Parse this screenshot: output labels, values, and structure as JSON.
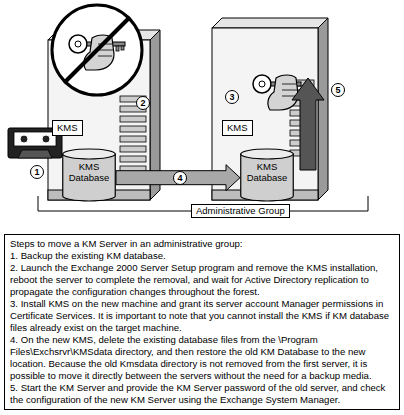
{
  "diagram": {
    "nodes": [
      {
        "text": [
          "KMS"
        ]
      },
      {
        "text": [
          "KMS Database"
        ]
      },
      {
        "text": [
          "KMS"
        ]
      },
      {
        "text": [
          "KMS Database"
        ]
      },
      {
        "text": [
          "Administrative Group"
        ]
      },
      {
        "text": [
          "Steps to move a KM Server in an administrative group:",
          "1. Backup the existing KM database.",
          "2. Launch the Exchange 2000 Server Setup program and remove the KMS installation, reboot the server to complete the removal, and wait for Active Directory replication to propagate the configuration changes throughout the forest.",
          "3. Install KMS on the new machine and grant its server account Manager permissions in Certificate Services. It is important to note that you cannot install the KMS if KM database files already exist on the target machine.",
          "4. On the new KMS, delete the existing database files from the \\Program Files\\Exchsrvr\\KMSdata directory, and then restore the old KM Database to the new location. Because the old Kmsdata directory is not removed from the first server, it is possible to move it directly between the servers without the need for a backup media.",
          "5. Start the KM Server and provide the KM Server password of the old server, and check the configuration of the new KM Server using the Exchange System Manager."
        ]
      }
    ],
    "edges": [
      {
        "from": 1,
        "to": 3,
        "arrow": "to"
      }
    ],
    "labels": [
      "1",
      "2",
      "3",
      "4",
      "5"
    ]
  }
}
